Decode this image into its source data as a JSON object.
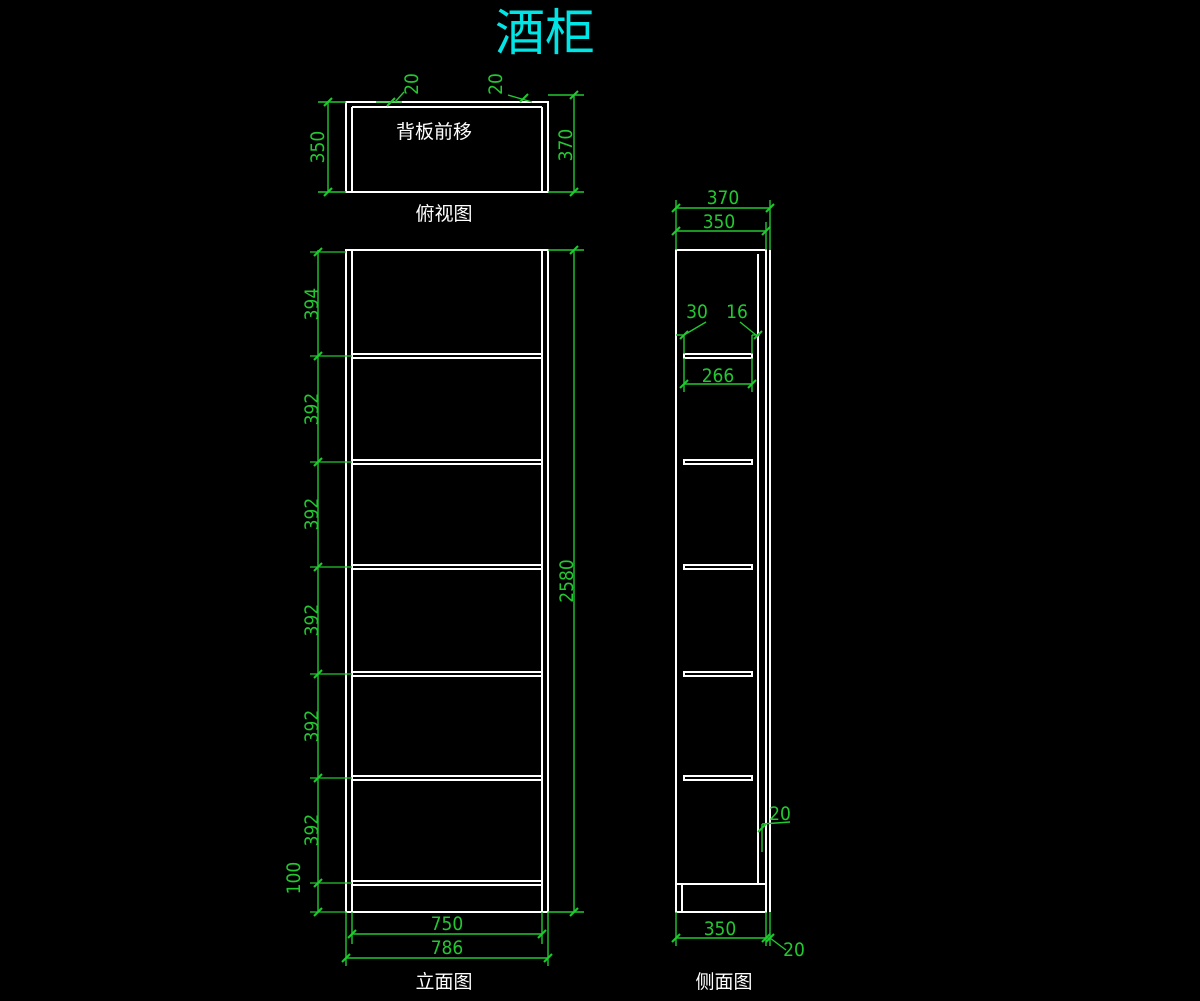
{
  "title": "酒柜",
  "top_view": {
    "label": "俯视图",
    "note": "背板前移",
    "dims": {
      "left_offset": "20",
      "right_offset": "20",
      "depth_inner": "350",
      "depth_outer": "370"
    }
  },
  "front_view": {
    "label": "立面图",
    "total_height": "2580",
    "sections": [
      "394",
      "392",
      "392",
      "392",
      "392",
      "392"
    ],
    "base": "100",
    "inner_width": "750",
    "outer_width": "786"
  },
  "side_view": {
    "label": "侧面图",
    "depth_outer": "370",
    "depth_inner": "350",
    "shelf_front": "30",
    "shelf_back": "16",
    "shelf_depth": "266",
    "back_panel": "20",
    "base_depth": "350",
    "back_thickness": "20"
  },
  "colors": {
    "lines": "#ffffff",
    "dimensions": "#22c830",
    "title": "#00e5e5",
    "background": "#000000"
  }
}
